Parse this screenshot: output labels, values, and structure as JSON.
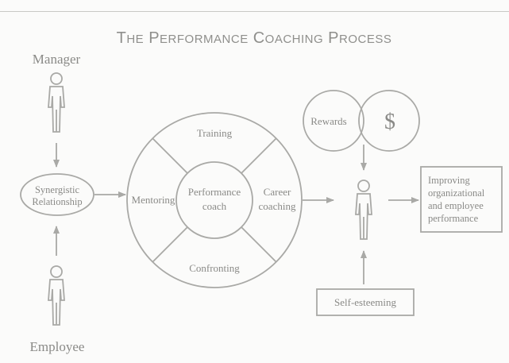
{
  "title": {
    "word1_initial": "T",
    "word1_rest": "HE",
    "word2_initial": "P",
    "word2_rest": "ERFORMANCE",
    "word3_initial": "C",
    "word3_rest": "OACHING",
    "word4_initial": "P",
    "word4_rest": "ROCESS"
  },
  "left": {
    "manager_label": "Manager",
    "relationship_line1": "Synergistic",
    "relationship_line2": "Relationship",
    "employee_label": "Employee"
  },
  "wheel": {
    "center_line1": "Performance",
    "center_line2": "coach",
    "top": "Training",
    "left": "Mentoring",
    "right_line1": "Career",
    "right_line2": "coaching",
    "bottom": "Confronting"
  },
  "right": {
    "rewards": "Rewards",
    "dollar": "$",
    "self_esteeming": "Self-esteeming",
    "outcome_line1": "Improving",
    "outcome_line2": "organizational",
    "outcome_line3": "and employee",
    "outcome_line4": "performance"
  },
  "colors": {
    "line": "#a9a9a6",
    "text": "#8a8a87",
    "background": "#fbfbfa"
  }
}
